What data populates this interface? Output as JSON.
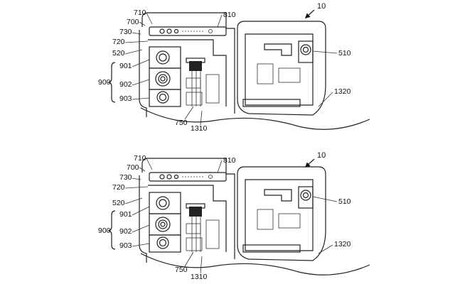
{
  "figure_number": "10",
  "panels": [
    {
      "id": "top",
      "labels": {
        "l710": "710",
        "l700": "700",
        "l810": "810",
        "l730": "730",
        "l720": "720",
        "l520": "520",
        "l901": "901",
        "l900": "900",
        "l902": "902",
        "l903": "903",
        "l750": "750",
        "l1310": "1310",
        "l510": "510",
        "l1320": "1320"
      }
    },
    {
      "id": "bottom",
      "labels": {
        "l710": "710",
        "l700": "700",
        "l810": "810",
        "l730": "730",
        "l720": "720",
        "l520": "520",
        "l901": "901",
        "l900": "900",
        "l902": "902",
        "l903": "903",
        "l750": "750",
        "l1310": "1310",
        "l510": "510",
        "l1320": "1320"
      }
    }
  ]
}
